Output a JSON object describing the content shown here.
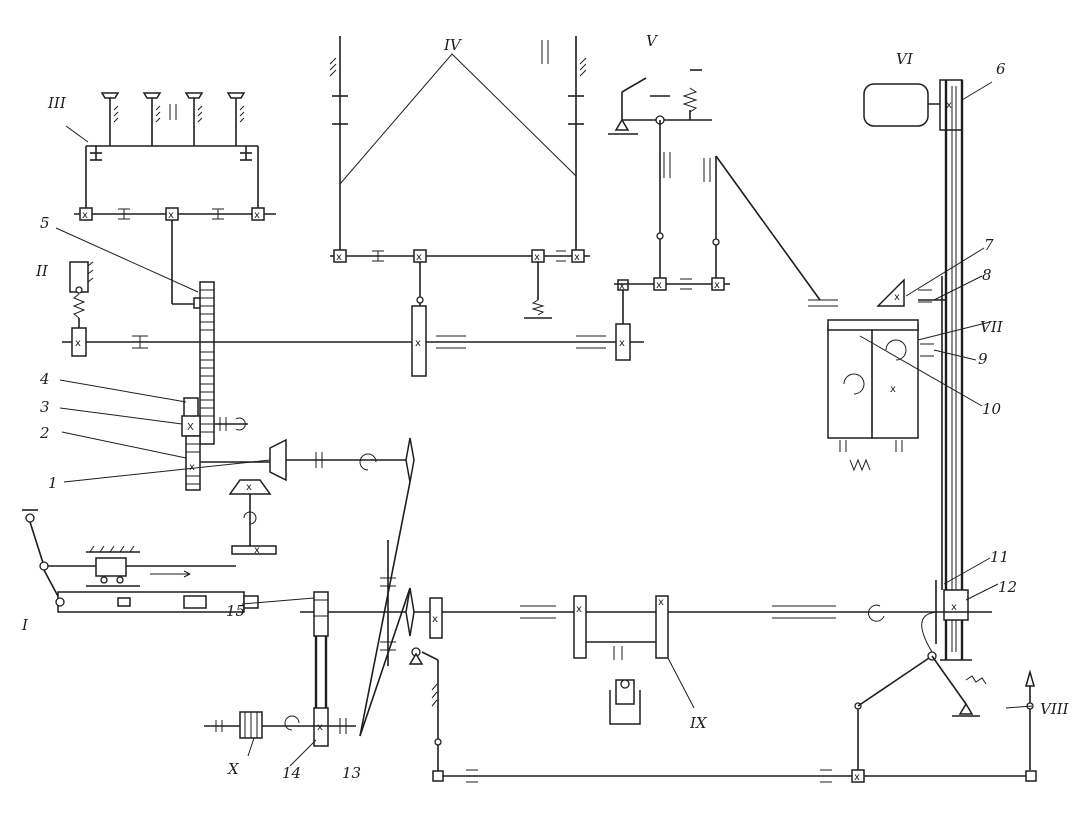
{
  "diagram": {
    "roman_labels": {
      "I": "I",
      "II": "II",
      "III": "III",
      "IV": "IV",
      "V": "V",
      "VI": "VI",
      "VII": "VII",
      "VIII": "VIII",
      "IX": "IX",
      "X": "X"
    },
    "numeric_labels": {
      "n1": "1",
      "n2": "2",
      "n3": "3",
      "n4": "4",
      "n5": "5",
      "n6": "6",
      "n7": "7",
      "n8": "8",
      "n9": "9",
      "n10": "10",
      "n11": "11",
      "n12": "12",
      "n13": "13",
      "n14": "14",
      "n15": "15"
    },
    "colors": {
      "ink": "#1e1e1e",
      "paper": "#ffffff"
    }
  }
}
